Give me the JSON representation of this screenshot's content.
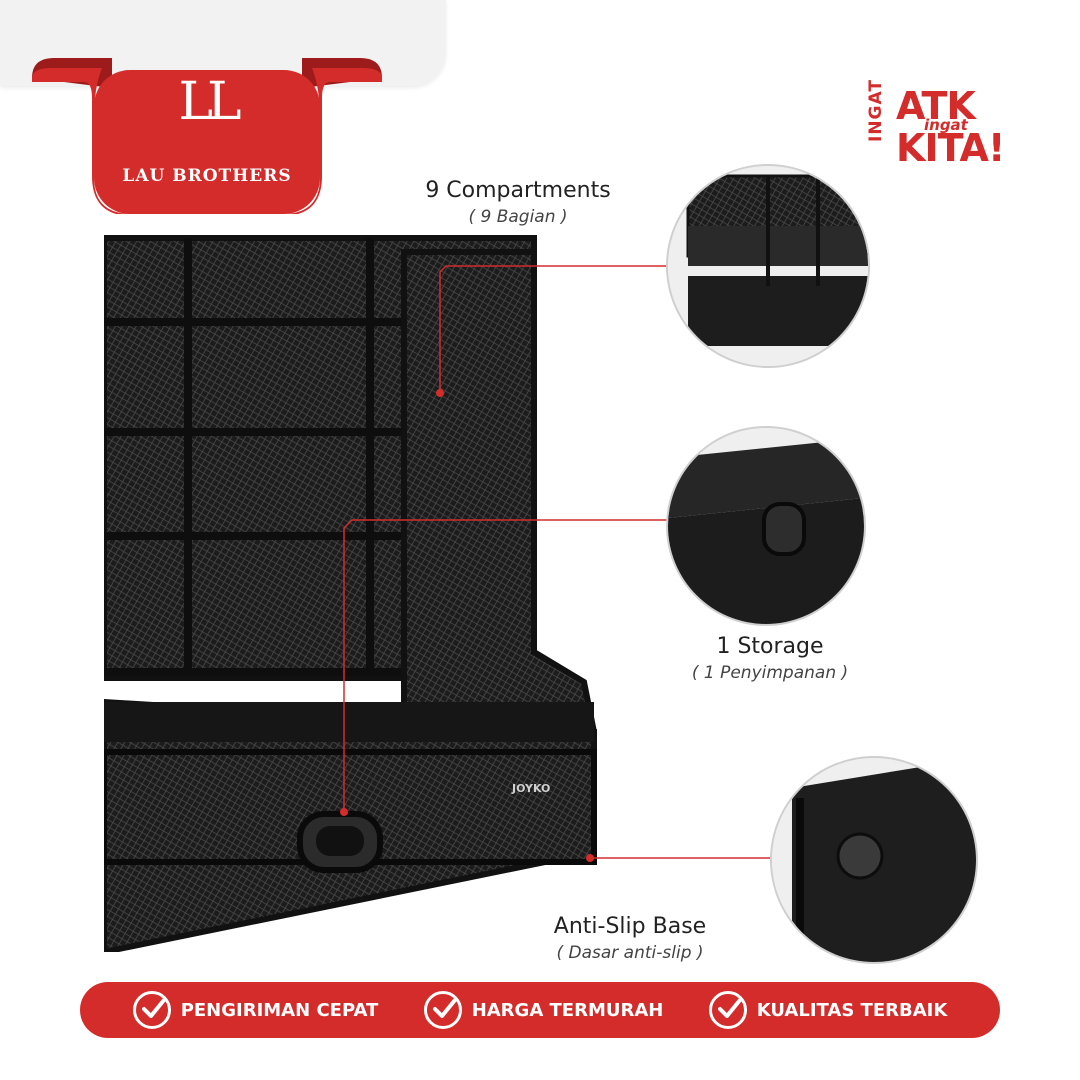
{
  "brand": {
    "monogram": "LL",
    "name": "LAU BROTHERS",
    "color": "#d42b2b"
  },
  "slogan": {
    "side": "INGAT",
    "big1": "ATK",
    "small": "ingat",
    "big2": "KITA!"
  },
  "product": {
    "brand_mark": "JOYKO"
  },
  "features": [
    {
      "en": "9 Compartments",
      "id": "( 9 Bagian )"
    },
    {
      "en": "1 Storage",
      "id": "( 1 Penyimpanan )"
    },
    {
      "en": "Anti-Slip Base",
      "id": "( Dasar anti-slip )"
    }
  ],
  "benefits": [
    {
      "label": "PENGIRIMAN CEPAT",
      "icon": "check-circle-icon"
    },
    {
      "label": "HARGA TERMURAH",
      "icon": "check-circle-icon"
    },
    {
      "label": "KUALITAS TERBAIK",
      "icon": "check-circle-icon"
    }
  ]
}
